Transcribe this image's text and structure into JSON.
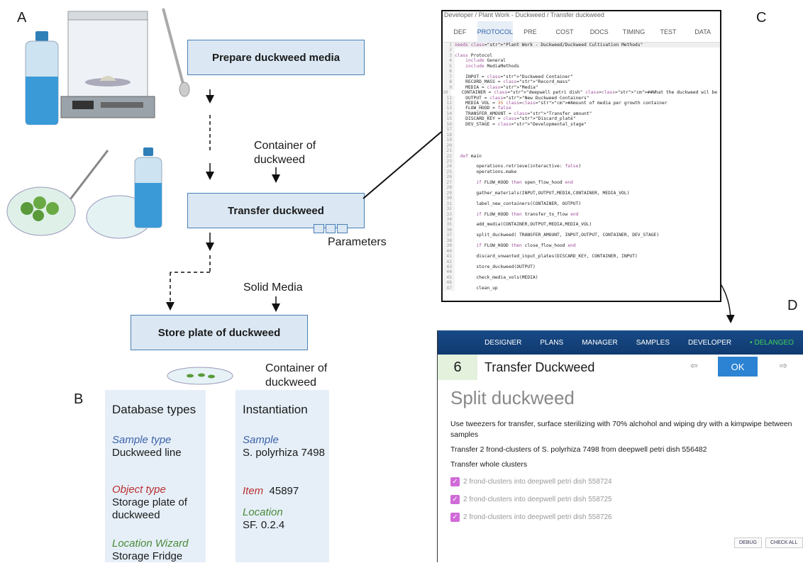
{
  "panels": {
    "a": "A",
    "b": "B",
    "c": "C",
    "d": "D"
  },
  "flow": {
    "prepare": "Prepare duckweed media",
    "transfer": "Transfer duckweed",
    "store": "Store plate of duckweed",
    "container_label": "Container of duckweed",
    "parameters": "Parameters",
    "solid_media": "Solid Media",
    "container_label_2": "Container of duckweed"
  },
  "database": {
    "types_header": "Database types",
    "inst_header": "Instantiation",
    "sample_type_label": "Sample type",
    "sample_type_value": "Duckweed line",
    "object_type_label": "Object type",
    "object_type_value": "Storage plate of duckweed",
    "location_wizard_label": "Location Wizard",
    "location_wizard_value": "Storage Fridge",
    "sample_label": "Sample",
    "sample_value": "S. polyrhiza 7498",
    "item_label": "Item",
    "item_value": "45897",
    "location_label": "Location",
    "location_value": "SF. 0.2.4"
  },
  "code_editor": {
    "breadcrumb": "Developer / Plant Work - Duckweed / Transfer duckweed",
    "tabs": [
      "DEF",
      "PROTOCOL",
      "PRE",
      "COST",
      "DOCS",
      "TIMING",
      "TEST",
      "DATA"
    ],
    "active_tab": "PROTOCOL",
    "lines": [
      "needs \"Plant Work - Duckweed/Duckweed Cultivation Methods\"",
      "",
      "class Protocol",
      "    include General",
      "    include MediaMethods",
      "",
      "    INPUT = \"Duckweed Container\"",
      "    RECORD_MASS = \"Record_mass\"",
      "    MEDIA = \"Media\"",
      "    CONTAINER = \"deepwell petri dish\" ##What the duckweed wil be contained in.",
      "    OUTPUT = \"New Duckweed Containers\"",
      "    MEDIA_VOL = 35 #Amount of media per growth container",
      "    FLOW_HOOD = false",
      "    TRANSFER_AMOUNT = \"Transfer_amount\"",
      "    DISCARD_KEY = \"Discard_plate\"",
      "    DEV_STAGE = \"Developmental_stage\"",
      "",
      "",
      "",
      "",
      "",
      "  def main",
      "",
      "        operations.retrieve(interactive: false)",
      "        operations.make",
      "",
      "        if FLOW_HOOD then open_flow_hood end",
      "",
      "        gather_materials(INPUT,OUTPUT,MEDIA,CONTAINER, MEDIA_VOL)",
      "",
      "        label_new_containers(CONTAINER, OUTPUT)",
      "",
      "        if FLOW_HOOD then transfer_to_flow end",
      "",
      "        add_media(CONTAINER,OUTPUT,MEDIA,MEDIA_VOL)",
      "",
      "        split_duckweed( TRANSFER_AMOUNT, INPUT,OUTPUT, CONTAINER, DEV_STAGE)",
      "",
      "        if FLOW_HOOD then close_flow_hood end",
      "",
      "        discard_unwanted_input_plates(DISCARD_KEY, CONTAINER, INPUT)",
      "",
      "        store_duckweed(OUTPUT)",
      "",
      "        check_media_vols(MEDIA)",
      "",
      "        clean_up"
    ]
  },
  "technician": {
    "nav": [
      "DESIGNER",
      "PLANS",
      "MANAGER",
      "SAMPLES",
      "DEVELOPER"
    ],
    "user": "• DELANGEO",
    "step_number": "6",
    "step_title": "Transfer Duckweed",
    "ok": "OK",
    "prev_arrow": "⇦",
    "next_arrow": "⇨",
    "heading": "Split duckweed",
    "instruction": "Use tweezers for transfer, surface sterilizing with 70% alchohol and wiping dry with a kimpwipe between samples",
    "transfer_line": "Transfer 2 frond-clusters of S. polyrhiza 7498 from deepwell petri dish 556482",
    "whole": "Transfer whole clusters",
    "checks": [
      "2 frond-clusters into deepwell petri dish 558724",
      "2 frond-clusters into deepwell petri dish 558725",
      "2 frond-clusters into deepwell petri dish 558726"
    ],
    "debug": "DEBUG",
    "check_all": "CHECK ALL"
  },
  "colors": {
    "box_fill": "#dbe8f4",
    "box_border": "#4a7fb5",
    "nav_bg": "#184a86",
    "ok_btn": "#2d83d3",
    "checkbox": "#d06ad8"
  }
}
